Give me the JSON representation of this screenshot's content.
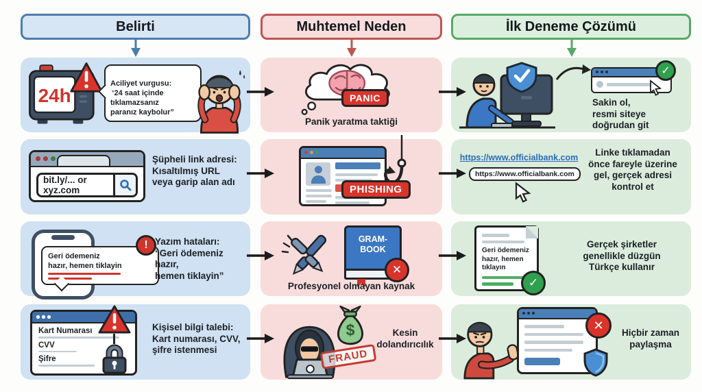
{
  "columns": [
    {
      "id": "belirti",
      "label": "Belirti",
      "accent": "#4c7cae"
    },
    {
      "id": "muhtemel-neden",
      "label": "Muhtemel Neden",
      "accent": "#bf5553"
    },
    {
      "id": "ilk-deneme-cozumu",
      "label": "İlk Deneme Çözümü",
      "accent": "#57a966"
    }
  ],
  "colors": {
    "symptom_fill": "#cfe1f2",
    "cause_fill": "#f8dcdb",
    "solution_fill": "#dbecdd",
    "alert_red": "#d9342c",
    "success_green": "#2fa14e",
    "link_blue": "#2a6db8",
    "arrow_black": "#1b1b1b"
  },
  "icons": {
    "success_check": "✓",
    "error_x": "✕",
    "warning_mark": "!"
  },
  "rows": [
    {
      "symptom": {
        "clock_label": "24h",
        "bubble": "Aciliyet vurgusu:\n“24 saat içinde\ntıklamazsanız\nparanız kaybolur”"
      },
      "cause": {
        "badge": "PANIC",
        "caption": "Panik yaratma taktiği"
      },
      "solution": {
        "text": "Sakin ol,\nresmi siteye\ndoğrudan git"
      }
    },
    {
      "symptom": {
        "url": "bit.ly/... or xyz.com",
        "text": "Şüpheli link adresi:\nKısaltılmış URL\nveya garip alan adı"
      },
      "cause": {
        "badge": "PHISHING"
      },
      "solution": {
        "link": "https://www.officialbank.com",
        "tooltip": "https://www.officialbank.com",
        "text": "Linke tıklamadan\nönce fareyle üzerine\ngel, gerçek adresi\nkontrol et"
      }
    },
    {
      "symptom": {
        "message": "Geri ödemeniz\nhazır, hemen tiklayin",
        "text": "Yazım hataları:\n“Geri ödemeniz hazır,\nhemen tiklayin”"
      },
      "cause": {
        "book_label": "GRAM-\nBOOK",
        "caption": "Profesyonel olmayan kaynak"
      },
      "solution": {
        "doc_text": "Geri ödemeniz\nhazır, hemen\ntıklayın",
        "text": "Gerçek şirketler\ngenellikle düzgün\nTürkçe kullanır"
      }
    },
    {
      "symptom": {
        "fields": [
          "Kart Numarası",
          "CVV",
          "Şifre"
        ],
        "text": "Kişisel bilgi talebi:\nKart numarası, CVV,\nşifre istenmesi"
      },
      "cause": {
        "stamp": "FRAUD",
        "money_symbol": "$",
        "text": "Kesin\ndolandırıcılık"
      },
      "solution": {
        "text": "Hiçbir zaman\npaylaşma"
      }
    }
  ]
}
